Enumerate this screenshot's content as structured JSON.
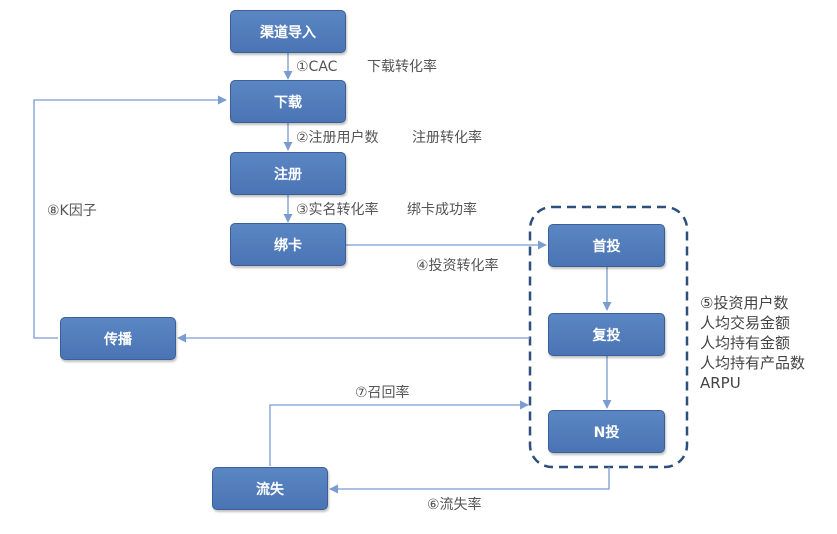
{
  "nodes": {
    "channel_import": "渠道导入",
    "download": "下载",
    "register": "注册",
    "bind_card": "绑卡",
    "first_invest": "首投",
    "repeat_invest": "复投",
    "n_invest": "N投",
    "spread": "传播",
    "churn": "流失"
  },
  "edge_labels": {
    "cac": "①CAC",
    "download_rate": "下载转化率",
    "reg_users": "②注册用户数",
    "reg_rate": "注册转化率",
    "realname_rate": "③实名转化率",
    "bind_rate": "绑卡成功率",
    "invest_rate": "④投资转化率",
    "k_factor": "⑧K因子",
    "recall_rate": "⑦召回率",
    "churn_rate": "⑥流失率"
  },
  "metrics": [
    "⑤投资用户数",
    "人均交易金额",
    "人均持有金额",
    "人均持有产品数",
    "ARPU"
  ],
  "colors": {
    "node_fill": "#4f7bbd",
    "node_border": "#3b5f96",
    "arrow": "#7a9cd0",
    "group_border": "#2e4f7e"
  }
}
